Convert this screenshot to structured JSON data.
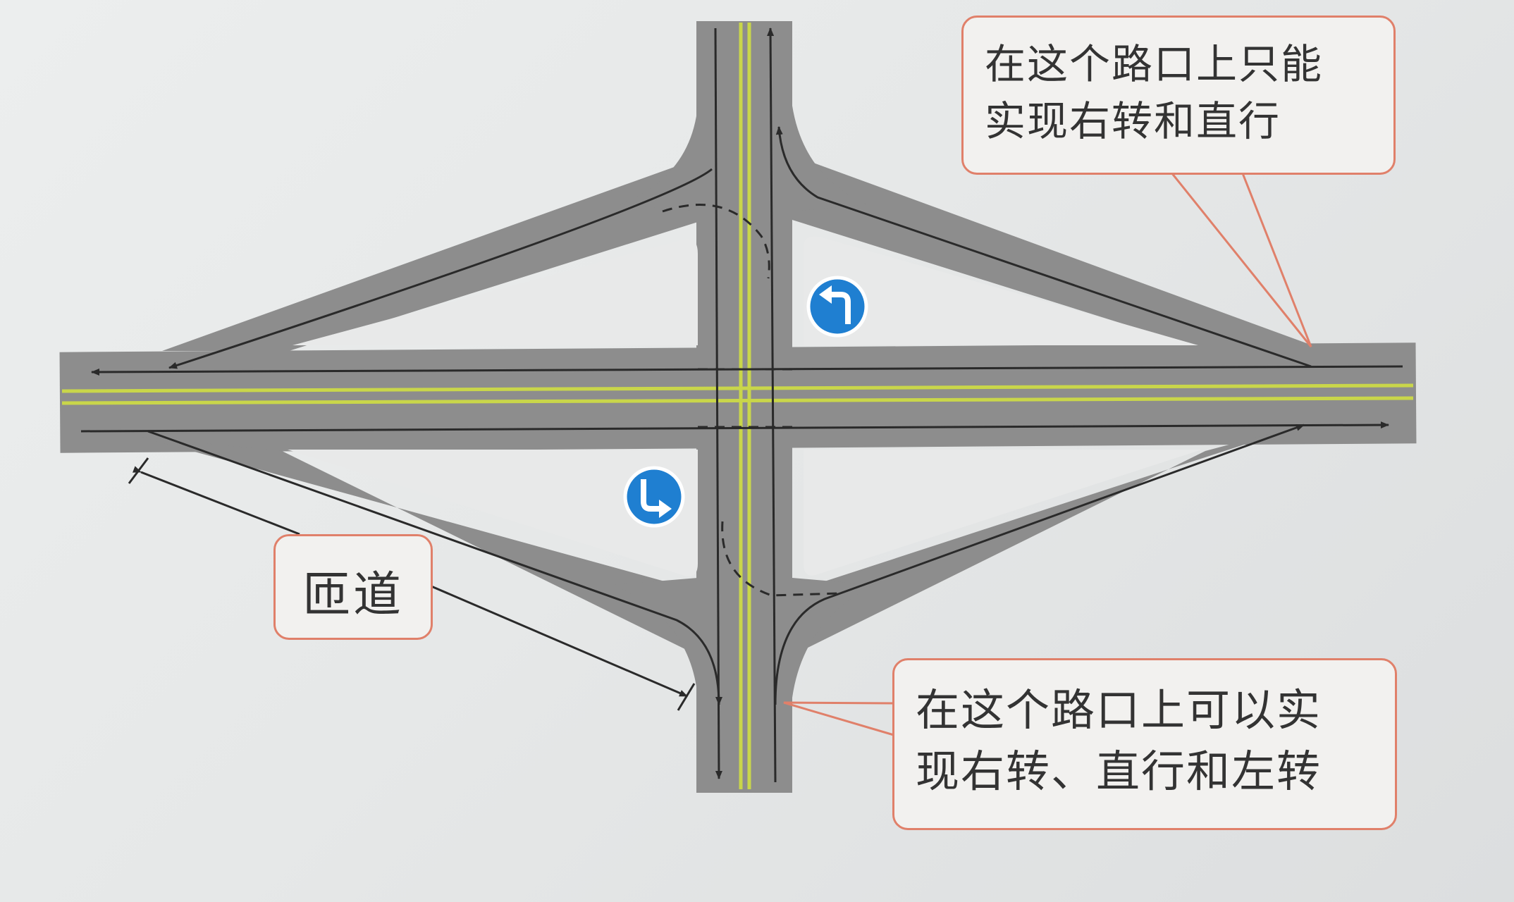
{
  "callouts": {
    "top_right": {
      "line1": "在这个路口上只能",
      "line2": "实现右转和直行"
    },
    "bottom_right": {
      "line1": "在这个路口上可以实",
      "line2": "现右转、直行和左转"
    },
    "ramp": {
      "label": "匝道"
    }
  },
  "signs": [
    {
      "icon": "turn-left-arrow-sign-icon",
      "color": "#1f7fd1"
    },
    {
      "icon": "turn-right-arrow-sign-icon",
      "color": "#1f7fd1"
    }
  ],
  "colors": {
    "road": "#8d8d8d",
    "center_line": "#c9d64a",
    "lane_arrow": "#2a2a2a",
    "callout_border": "#e0806a"
  }
}
